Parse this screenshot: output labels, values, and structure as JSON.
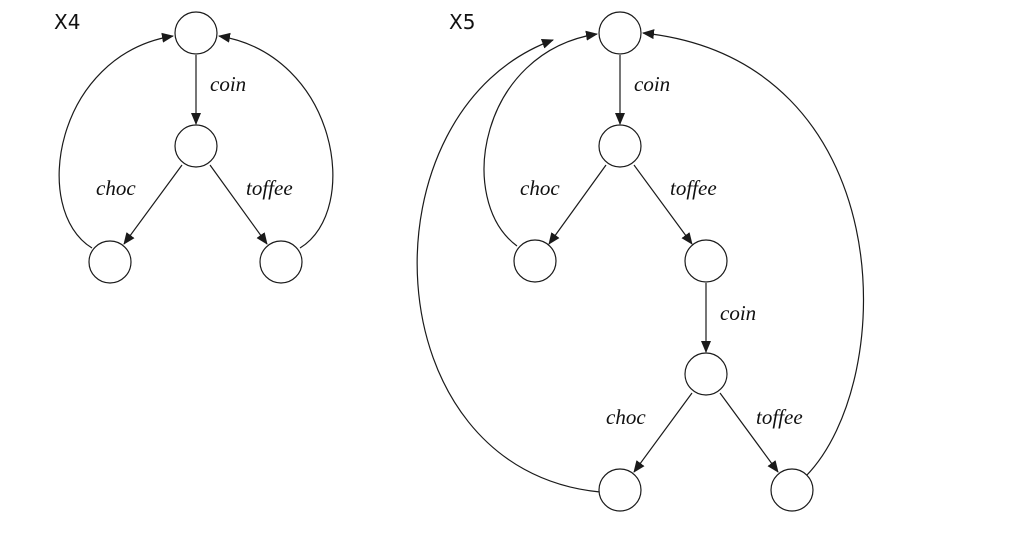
{
  "diagrams": {
    "x4": {
      "title": "X4",
      "labels": {
        "coin": "coin",
        "choc": "choc",
        "toffee": "toffee"
      }
    },
    "x5": {
      "title": "X5",
      "labels": {
        "coin_top": "coin",
        "choc_top": "choc",
        "toffee_top": "toffee",
        "coin_mid": "coin",
        "choc_bottom": "choc",
        "toffee_bottom": "toffee"
      }
    }
  },
  "colors": {
    "line": "#1a1a1a",
    "background": "#ffffff"
  }
}
